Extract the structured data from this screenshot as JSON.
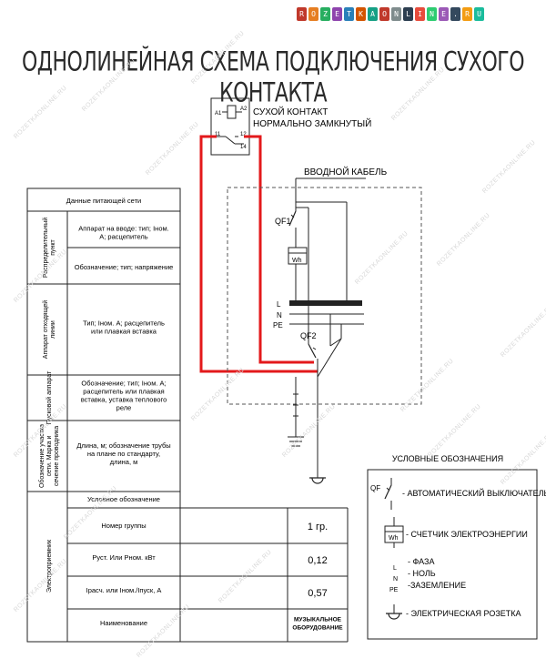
{
  "logo": {
    "letters": [
      "R",
      "O",
      "Z",
      "E",
      "T",
      "K",
      "A",
      "O",
      "N",
      "L",
      "I",
      "N",
      "E",
      ".",
      "R",
      "U"
    ],
    "colors": [
      "#c0392b",
      "#e67e22",
      "#27ae60",
      "#8e44ad",
      "#2980b9",
      "#d35400",
      "#16a085",
      "#c0392b",
      "#7f8c8d",
      "#2c3e50",
      "#e74c3c",
      "#2ecc71",
      "#9b59b6",
      "#34495e",
      "#f39c12",
      "#1abc9c"
    ]
  },
  "title": "ОДНОЛИНЕЙНАЯ СХЕМА ПОДКЛЮЧЕНИЯ СУХОГО КОНТАКТА",
  "watermark": "ROZETKAONLINE.RU",
  "relay": {
    "label_line1": "СУХОЙ КОНТАКТ",
    "label_line2": "НОРМАЛЬНО ЗАМКНУТЫЙ",
    "pin_a1": "A1",
    "pin_a2": "A2",
    "pin_11": "11",
    "pin_12": "12",
    "pin_14": "14"
  },
  "schematic": {
    "input_cable": "ВВОДНОЙ КАБЕЛЬ",
    "qf1": "QF1",
    "qf2": "QF2",
    "meter": "Wh",
    "l": "L",
    "n": "N",
    "pe": "PE"
  },
  "table": {
    "header": "Данные питающей сети",
    "rows": [
      {
        "group": "Распределительный пункт",
        "cells": [
          "Аппарат на вводе: тип; Iном. А; расцепитель",
          "Обозначение; тип; напряжение"
        ]
      },
      {
        "group": "Аппарат отходящей линии",
        "cells": [
          "Тип; Iном. А; расцепитель или плавкая вставка"
        ]
      },
      {
        "group": "Пусковой аппарат",
        "cells": [
          "Обозначение; тип; Iном. А; расцепитель или плавкая вставка, уставка теплового реле"
        ]
      },
      {
        "group": "Обозначение участка сети. Марка и сечение проводника",
        "cells": [
          "Длина, м; обозначение трубы на плане по стандарту, длина, м"
        ]
      }
    ],
    "consumer_group": "Электроприемник",
    "consumer_rows": [
      {
        "label": "Условное обозначение",
        "value": ""
      },
      {
        "label": "Номер группы",
        "value": "1 гр."
      },
      {
        "label": "Руст. Или Рном. кВт",
        "value": "0,12"
      },
      {
        "label": "Iрасч. или Iном./Iпуск, А",
        "value": "0,57"
      },
      {
        "label": "Наименование",
        "value": "МУЗЫКАЛЬНОЕ ОБОРУДОВАНИЕ"
      }
    ]
  },
  "legend": {
    "title": "УСЛОВНЫЕ ОБОЗНАЧЕНИЯ",
    "qf": "QF",
    "breaker": "- АВТОМАТИЧЕСКИЙ ВЫКЛЮЧАТЕЛЬ",
    "meter_symbol": "Wh",
    "meter": "- СЧЕТЧИК ЭЛЕКТРОЭНЕРГИИ",
    "l": "L",
    "n": "N",
    "pe": "PE",
    "phase": "- ФАЗА",
    "neutral": "- НОЛЬ",
    "ground": "-ЗАЗЕМЛЕНИЕ",
    "socket": "- ЭЛЕКТРИЧЕСКАЯ РОЗЕТКА"
  },
  "colors": {
    "red_wire": "#e3191b",
    "line": "#222222",
    "dash": "#555555"
  }
}
